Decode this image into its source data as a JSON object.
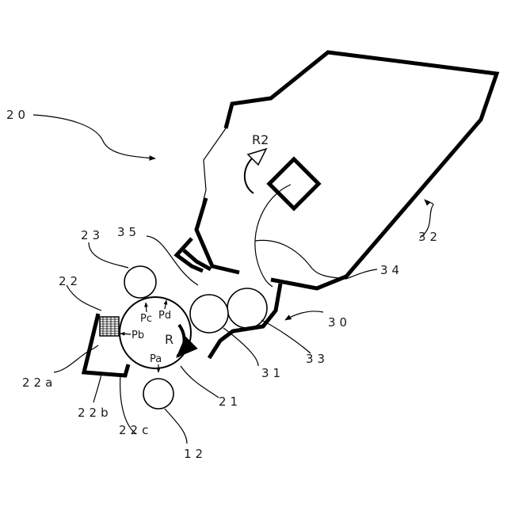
{
  "labels": {
    "ref_20": "20",
    "ref_23": "23",
    "ref_35": "35",
    "ref_22": "22",
    "ref_22a": "22a",
    "ref_22b": "22b",
    "ref_22c": "22c",
    "ref_12": "12",
    "ref_21": "21",
    "ref_31": "31",
    "ref_33": "33",
    "ref_30": "30",
    "ref_34": "34",
    "ref_32": "32",
    "rotation_r2": "R2",
    "rotation_r": "R",
    "pos_pa": "Pa",
    "pos_pb": "Pb",
    "pos_pc": "Pc",
    "pos_pd": "Pd"
  }
}
